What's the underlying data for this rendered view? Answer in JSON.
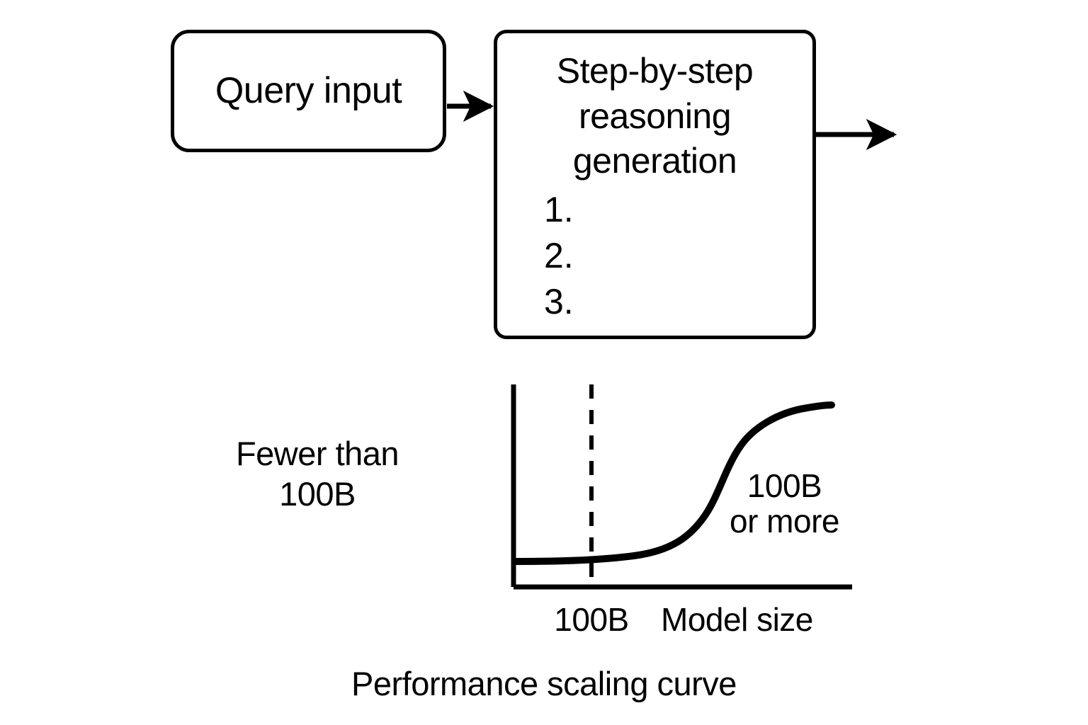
{
  "diagram": {
    "nodes": {
      "query": {
        "title": "Query input"
      },
      "reasoning": {
        "title": "Step-by-step reasoning generation",
        "steps": [
          "1.",
          "2.",
          "3."
        ]
      }
    },
    "connectors": [
      {
        "name": "query-to-reasoning",
        "kind": "arrow-right"
      },
      {
        "name": "reasoning-output",
        "kind": "arrow-right"
      }
    ]
  },
  "chart_data": {
    "type": "line",
    "title": "Performance scaling curve",
    "xlabel": "Model size",
    "ylabel": "",
    "x_tick_labels": [
      "100B"
    ],
    "threshold_label": "100B",
    "threshold_line": "dashed",
    "grid": false,
    "legend": "none",
    "annotations": [
      {
        "name": "below-threshold",
        "text": "Fewer than\n100B",
        "line1": "Fewer than",
        "line2": "100B"
      },
      {
        "name": "above-threshold",
        "text": "100B\nor more",
        "line1": "100B",
        "line2": "or more"
      }
    ],
    "x": [
      0,
      0.08,
      0.16,
      0.24,
      0.32,
      0.4,
      0.48,
      0.56,
      0.64,
      0.72,
      0.8,
      0.88,
      0.94,
      1.0
    ],
    "values": [
      0.02,
      0.02,
      0.025,
      0.035,
      0.05,
      0.08,
      0.13,
      0.22,
      0.36,
      0.55,
      0.74,
      0.88,
      0.94,
      0.96
    ],
    "xlim": [
      0,
      1
    ],
    "ylim": [
      0,
      1
    ],
    "threshold_x": 0.23
  },
  "labels": {
    "left_note_line1": "Fewer than",
    "left_note_line2": "100B",
    "curve_note_line1": "100B",
    "curve_note_line2": "or more",
    "tick_100b": "100B",
    "x_axis": "Model size",
    "caption": "Performance scaling curve"
  },
  "colors": {
    "stroke": "#000000",
    "background": "#ffffff"
  }
}
